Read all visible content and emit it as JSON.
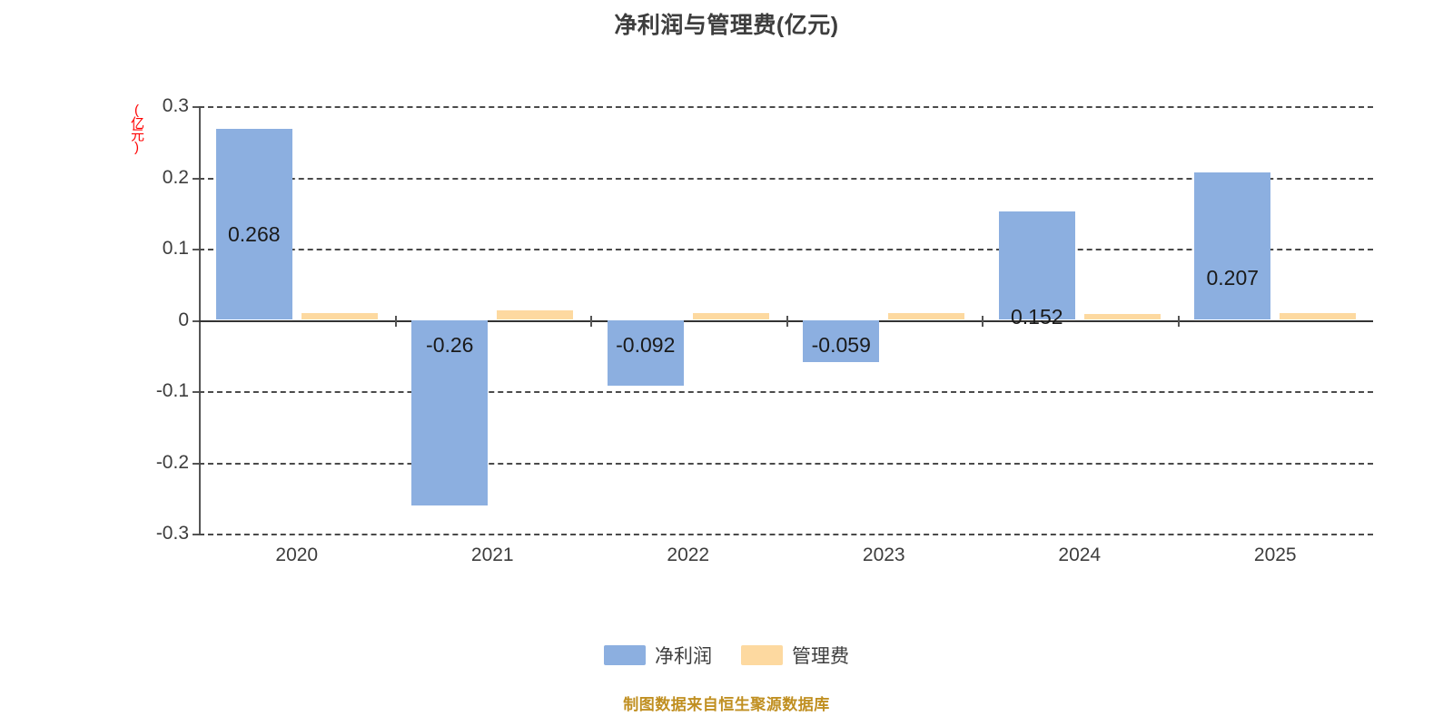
{
  "chart_data": {
    "type": "bar",
    "title": "净利润与管理费(亿元)",
    "xlabel": "",
    "ylabel": "(亿元)",
    "ylim": [
      -0.3,
      0.3
    ],
    "yticks": [
      "0.3",
      "0.2",
      "0.1",
      "0",
      "-0.1",
      "-0.2",
      "-0.3"
    ],
    "ytick_values": [
      0.3,
      0.2,
      0.1,
      0,
      -0.1,
      -0.2,
      -0.3
    ],
    "grid": true,
    "legend_position": "bottom",
    "categories": [
      "2020",
      "2021",
      "2022",
      "2023",
      "2024",
      "2025"
    ],
    "series": [
      {
        "name": "净利润",
        "color": "#8cafe0",
        "values": [
          0.268,
          -0.26,
          -0.092,
          -0.059,
          0.152,
          0.207
        ],
        "labels": [
          "0.268",
          "-0.26",
          "-0.092",
          "-0.059",
          "0.152",
          "0.207"
        ]
      },
      {
        "name": "管理费",
        "color": "#fdd9a0",
        "values": [
          0.01,
          0.014,
          0.009,
          0.009,
          0.008,
          0.01
        ],
        "labels": [
          "",
          "",
          "",
          "",
          "",
          ""
        ]
      }
    ],
    "annotation": "制图数据来自恒生聚源数据库",
    "annotation_color": "#c08f21",
    "axis_unit_color": "#ff0000"
  }
}
